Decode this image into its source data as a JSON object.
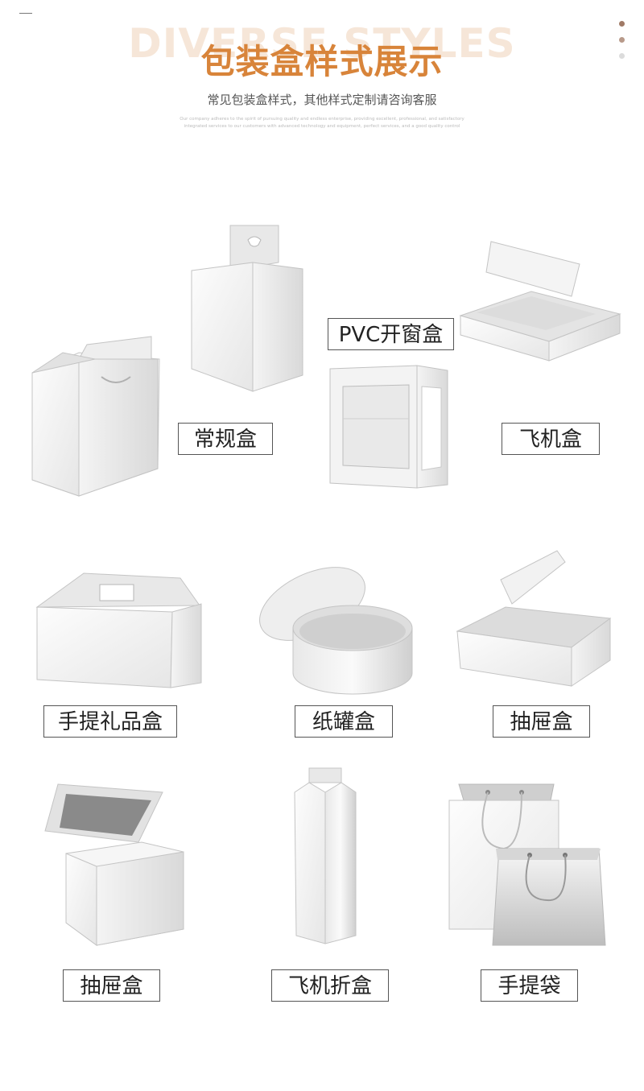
{
  "header": {
    "bg_title": "DIVERSE STYLES",
    "title": "包装盒样式展示",
    "subtitle": "常见包装盒样式，其他样式定制请咨询客服",
    "fine_line_1": "Our company adheres to the spirit of pursuing quality and endless enterprise, providing excellent, professional, and satisfactory",
    "fine_line_2": "integrated services to our customers with advanced technology and equipment, perfect services, and a good quality control"
  },
  "page_dots": {
    "colors": [
      "#a07a66",
      "#b89a8a",
      "#dcdcdc"
    ]
  },
  "products": [
    {
      "name": "常规盒",
      "icon": "tuck-box-icon"
    },
    {
      "name": "PVC开窗盒",
      "icon": "window-box-icon"
    },
    {
      "name": "飞机盒",
      "icon": "mailer-box-icon"
    },
    {
      "name": "手提礼品盒",
      "icon": "gable-box-icon"
    },
    {
      "name": "纸罐盒",
      "icon": "round-tube-box-icon"
    },
    {
      "name": "抽屉盒",
      "icon": "open-lid-box-icon"
    },
    {
      "name": "抽屉盒",
      "icon": "lid-base-box-icon"
    },
    {
      "name": "飞机折盒",
      "icon": "tall-carton-icon"
    },
    {
      "name": "手提袋",
      "icon": "paper-bag-icon"
    }
  ],
  "colors": {
    "title": "#d8843a",
    "bg_title": "#f6e6d8",
    "label_border": "#555555"
  }
}
